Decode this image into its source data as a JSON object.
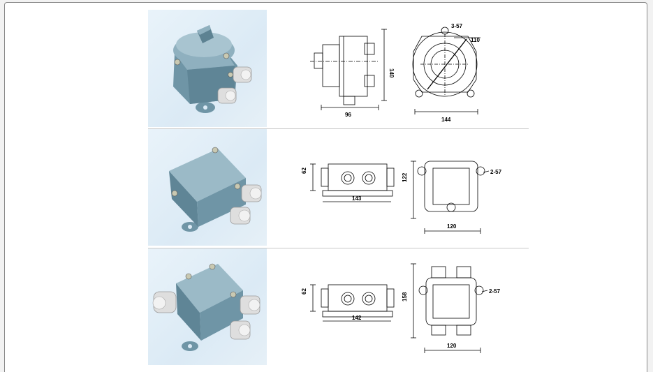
{
  "rows": [
    {
      "name": "switch",
      "labels": {
        "d1_width": "96",
        "d1_height": "140",
        "d2_holes": "3-57",
        "d2_diag": "110",
        "d2_width": "144"
      }
    },
    {
      "name": "junction-box-2way",
      "labels": {
        "d1_height": "62",
        "d1_width": "143",
        "d2_height": "122",
        "d2_holes": "2-57",
        "d2_width": "120"
      }
    },
    {
      "name": "junction-box-3way",
      "labels": {
        "d1_height": "62",
        "d1_width": "142",
        "d2_height": "158",
        "d2_holes": "2-57",
        "d2_width": "120"
      }
    }
  ],
  "colors": {
    "device_body": "#6f95a6",
    "device_light": "#9bbac7",
    "device_dark": "#4d6f80",
    "photo_bg": "#dbeaf5"
  }
}
